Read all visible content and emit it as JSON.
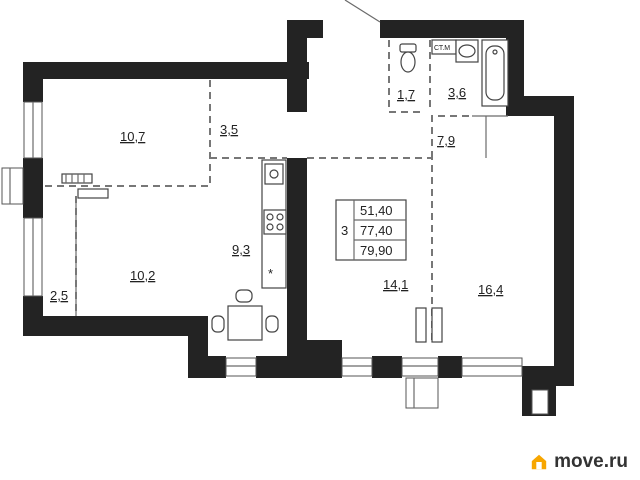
{
  "rooms": {
    "room_top_left": "10,7",
    "corridor_left": "3,5",
    "room_bottom_left": "10,2",
    "balcony": "2,5",
    "kitchen": "9,3",
    "wc": "1,7",
    "bathroom": "3,6",
    "hall": "7,9",
    "living_center": "14,1",
    "living_right": "16,4"
  },
  "summary": {
    "room_count": "3",
    "living_area": "51,40",
    "total_area": "77,40",
    "area_with_balcony": "79,90"
  },
  "fixtures": {
    "riser_label": "СТ.М"
  },
  "brand": {
    "name": "move.ru",
    "accent_color": "#f7a600"
  }
}
